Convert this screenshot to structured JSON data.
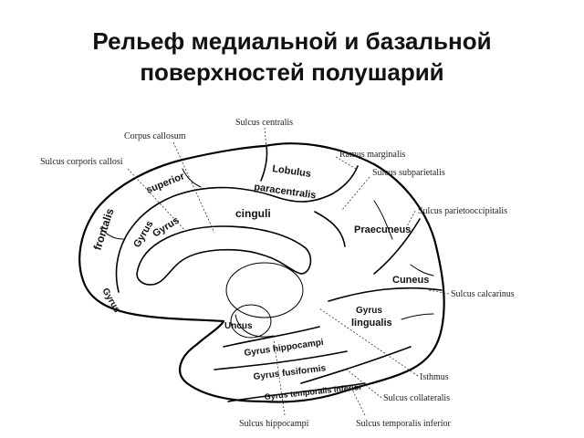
{
  "title": {
    "line1": "Рельеф медиальной и базальной",
    "line2": "поверхностей полушарий"
  },
  "labels": {
    "sulcus_centralis": "Sulcus centralis",
    "corpus_callosum": "Corpus callosum",
    "sulcus_corporis_callosi": "Sulcus corporis callosi",
    "ramus_marginalis": "Ramus marginalis",
    "sulcus_subparietalis": "Sulcus subparietalis",
    "sulcus_parietooccipitalis": "Sulcus parietooccipitalis",
    "sulcus_calcarinus": "Sulcus calcarinus",
    "isthmus": "Isthmus",
    "sulcus_collateralis": "Sulcus collateralis",
    "sulcus_hippocampi": "Sulcus hippocampi",
    "sulcus_temporalis_inferior": "Sulcus temporalis inferior"
  },
  "gyri": {
    "gyrus_frontalis": "Gyrus",
    "frontalis": "frontalis",
    "superior": "superior",
    "gyrus_cinguli": "Gyrus",
    "cinguli": "cinguli",
    "lobulus": "Lobulus",
    "paracentralis": "paracentralis",
    "praecuneus": "Praecuneus",
    "cuneus": "Cuneus",
    "gyrus_lingualis": "Gyrus",
    "lingualis": "lingualis",
    "uncus": "Uncus",
    "gyrus_hippocampi": "Gyrus hippocampi",
    "gyrus_fusiformis": "Gyrus fusiformis",
    "gyrus_temporalis_inferior": "Gyrus temporalis inferior"
  }
}
